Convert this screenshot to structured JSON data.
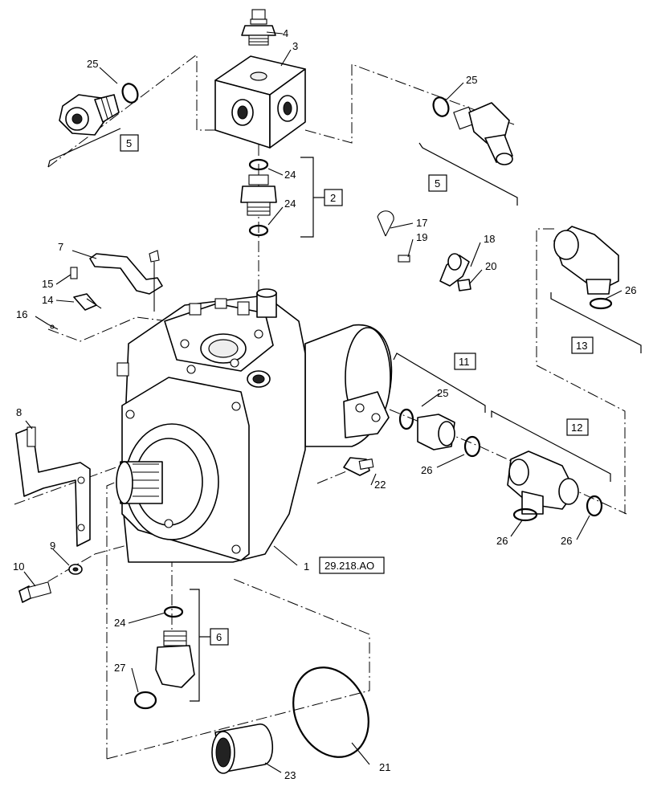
{
  "diagram": {
    "callouts": {
      "c1": "1",
      "c3": "3",
      "c4": "4",
      "c7": "7",
      "c8": "8",
      "c9": "9",
      "c10": "10",
      "c14": "14",
      "c15": "15",
      "c16": "16",
      "c17": "17",
      "c18": "18",
      "c19": "19",
      "c20": "20",
      "c21": "21",
      "c22": "22",
      "c23": "23",
      "c24a": "24",
      "c24b": "24",
      "c24c": "24",
      "c25a": "25",
      "c25b": "25",
      "c25c": "25",
      "c26a": "26",
      "c26b": "26",
      "c26c": "26",
      "c26d": "26",
      "c27": "27"
    },
    "kit_boxes": {
      "k2": "2",
      "k5a": "5",
      "k5b": "5",
      "k6": "6",
      "k11": "11",
      "k12": "12",
      "k13": "13"
    },
    "reference": "29.218.AO"
  }
}
